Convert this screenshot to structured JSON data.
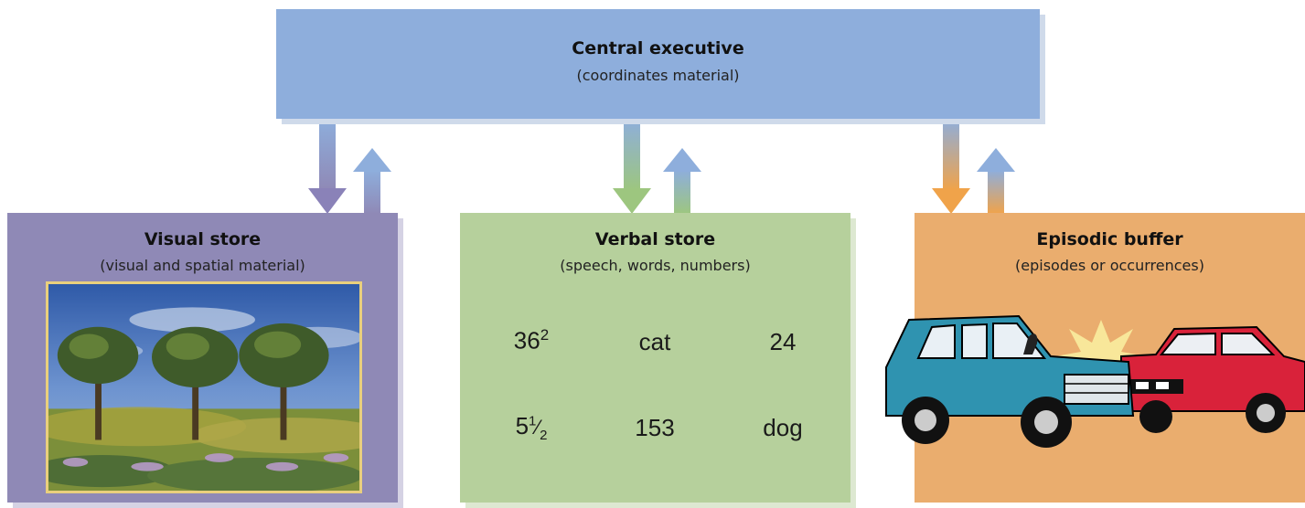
{
  "central_executive": {
    "title": "Central executive",
    "subtitle": "(coordinates material)"
  },
  "visual_store": {
    "title": "Visual store",
    "subtitle": "(visual and spatial material)",
    "image": "landscape-painting-trees"
  },
  "verbal_store": {
    "title": "Verbal store",
    "subtitle": "(speech, words, numbers)",
    "items": [
      {
        "base": "36",
        "sup": "2"
      },
      {
        "text": "cat"
      },
      {
        "text": "24"
      },
      {
        "whole": "5",
        "num": "1",
        "den": "2"
      },
      {
        "text": "153"
      },
      {
        "text": "dog"
      }
    ]
  },
  "episodic_buffer": {
    "title": "Episodic buffer",
    "subtitle": "(episodes or occurrences)",
    "image": "car-collision-illustration"
  },
  "colors": {
    "central": "#8eaedc",
    "visual": "#8f89b6",
    "verbal": "#b6d09c",
    "episodic": "#eaad6e"
  }
}
